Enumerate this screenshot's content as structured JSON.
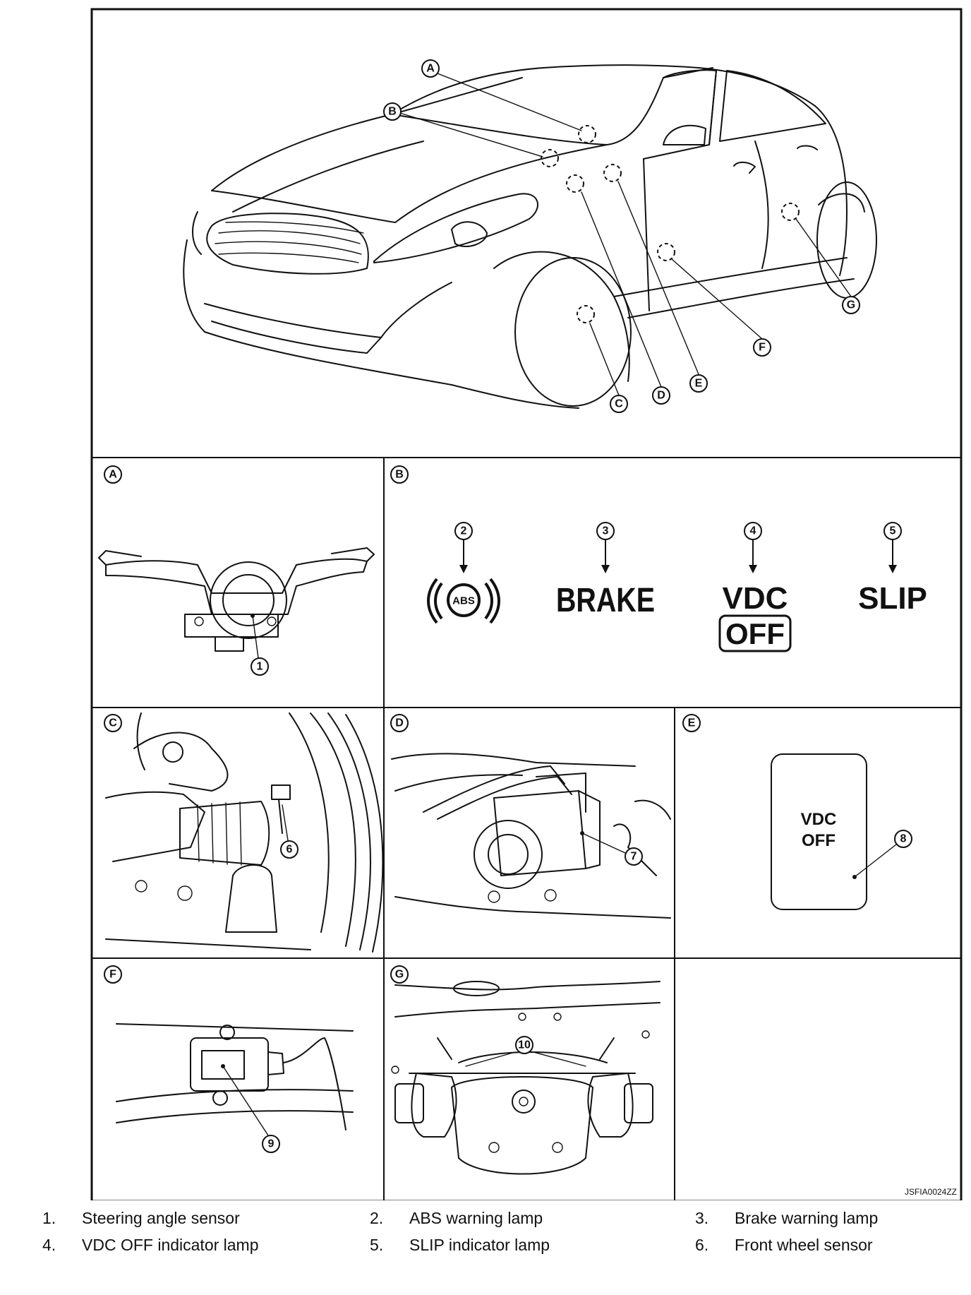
{
  "figure_code": "JSFIA0024ZZ",
  "callouts": {
    "overview": [
      "A",
      "B",
      "C",
      "D",
      "E",
      "F",
      "G"
    ]
  },
  "panels": [
    {
      "letter": "A",
      "parts": [
        "1"
      ]
    },
    {
      "letter": "B",
      "parts": [
        "2",
        "3",
        "4",
        "5"
      ]
    },
    {
      "letter": "C",
      "parts": [
        "6"
      ]
    },
    {
      "letter": "D",
      "parts": [
        "7"
      ]
    },
    {
      "letter": "E",
      "parts": [
        "8"
      ]
    },
    {
      "letter": "F",
      "parts": [
        "9"
      ]
    },
    {
      "letter": "G",
      "parts": [
        "10"
      ]
    }
  ],
  "lamps": {
    "abs": "ABS",
    "brake": "BRAKE",
    "vdc": "VDC",
    "off": "OFF",
    "slip": "SLIP"
  },
  "switch": {
    "line1": "VDC",
    "line2": "OFF"
  },
  "legend": [
    {
      "num": "1.",
      "text": "Steering angle sensor"
    },
    {
      "num": "2.",
      "text": "ABS warning lamp"
    },
    {
      "num": "3.",
      "text": "Brake warning lamp"
    },
    {
      "num": "4.",
      "text": "VDC OFF indicator lamp"
    },
    {
      "num": "5.",
      "text": "SLIP indicator lamp"
    },
    {
      "num": "6.",
      "text": "Front wheel sensor"
    }
  ]
}
